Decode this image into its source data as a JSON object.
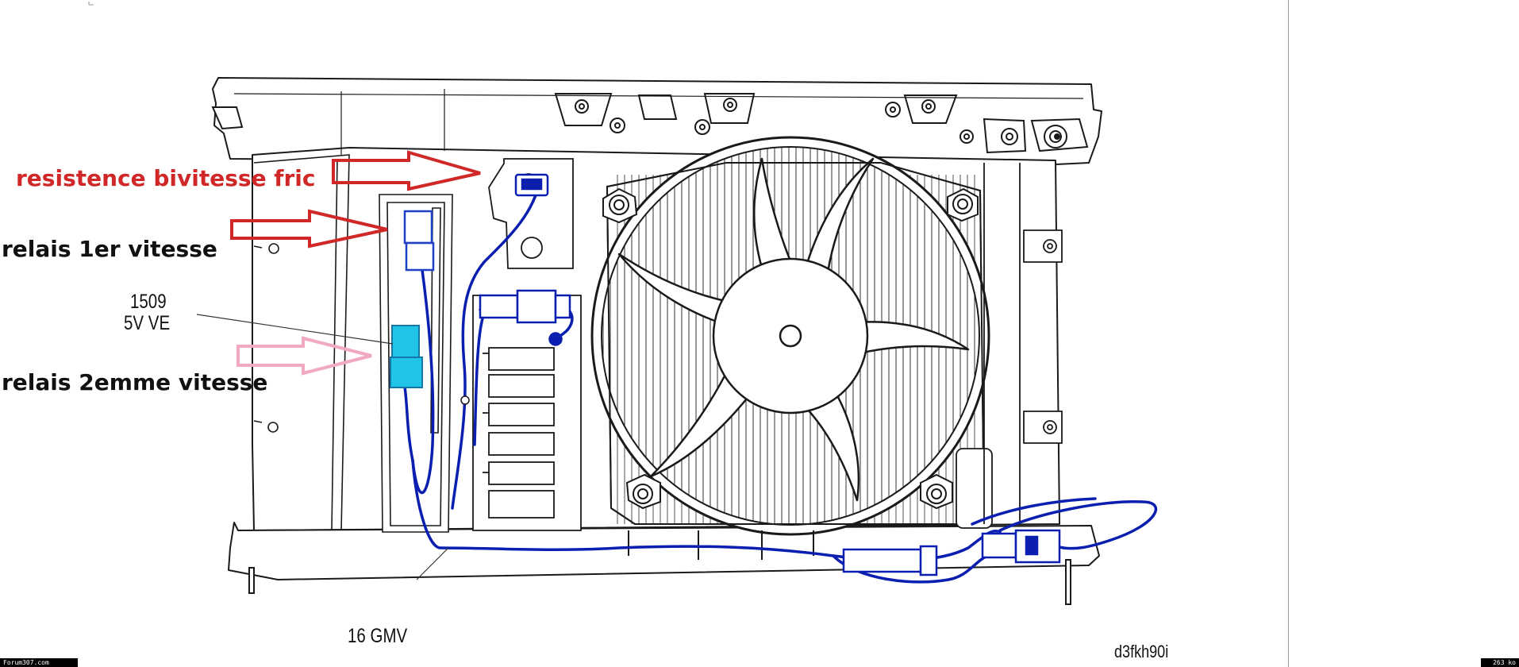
{
  "annotations": {
    "resistance": "resistence bivitesse fric",
    "relay_first": "relais 1er vitesse",
    "relay_second": "relais 2emme vitesse"
  },
  "callouts": {
    "component_code": "1509",
    "component_desc": "5V VE",
    "harness_code": "16 GMV",
    "figure_ref": "d3fkh90i"
  },
  "footer": {
    "source_badge": "Forum307.com",
    "size_badge": "263 ko"
  },
  "colors": {
    "arrow_red": "#d02828",
    "arrow_pink": "#f2a9c3",
    "wire_blue": "#0a1fb0",
    "relay_blue": "#1f3fc4",
    "relay_cyan": "#20c5e8",
    "line_art": "#1a1a1a"
  }
}
